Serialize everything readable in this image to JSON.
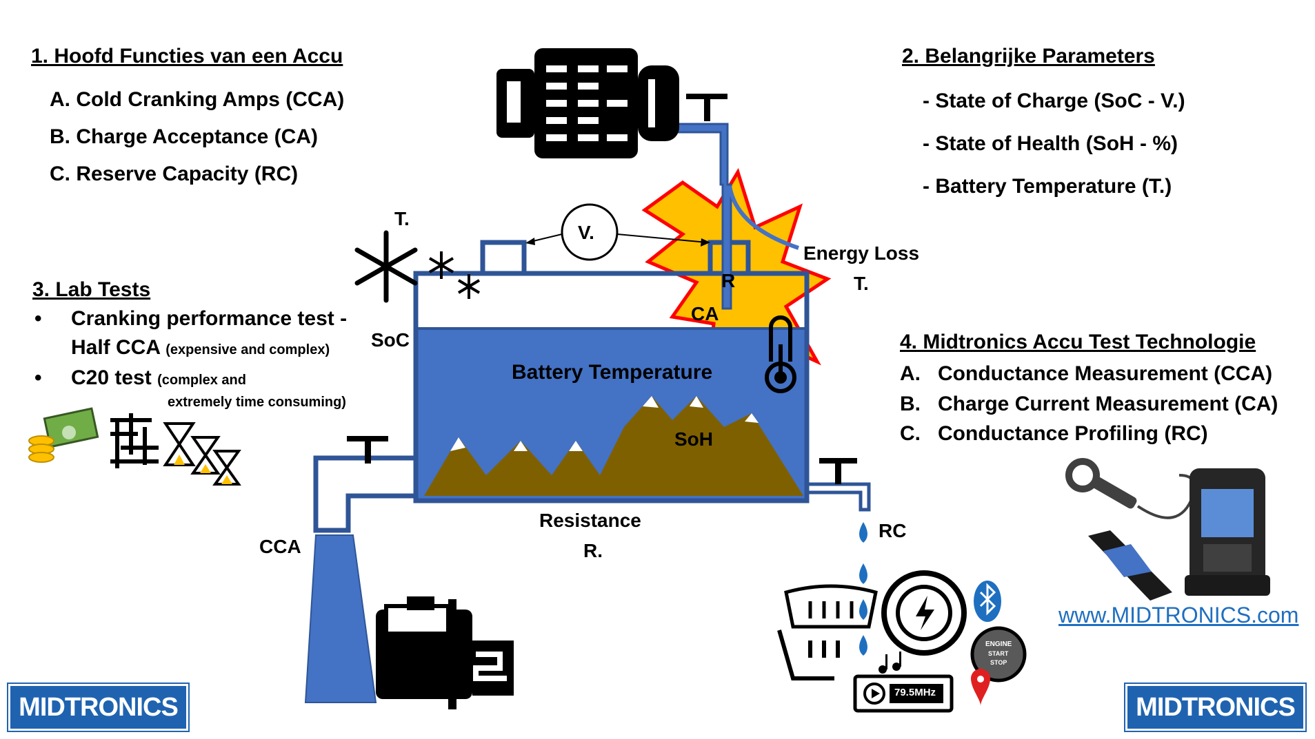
{
  "section1": {
    "title": "1. Hoofd Functies van een Accu",
    "items": [
      "A. Cold Cranking Amps (CCA)",
      "B. Charge Acceptance (CA)",
      "C. Reserve Capacity (RC)"
    ]
  },
  "section2": {
    "title": "2. Belangrijke Parameters",
    "items": [
      "- State of Charge (SoC - V.)",
      "- State of Health (SoH - %)",
      "- Battery Temperature (T.)"
    ]
  },
  "section3": {
    "title": "3. Lab Tests",
    "bullet": "•",
    "item1_main": "Cranking performance test -",
    "item1_main2": "Half CCA",
    "item1_note": "(expensive and complex)",
    "item2_main": "C20 test",
    "item2_note": "(complex and",
    "item2_note2": "extremely time consuming)"
  },
  "section4": {
    "title": "4. Midtronics Accu Test Technologie",
    "items": [
      {
        "letter": "A.",
        "text": "Conductance Measurement (CCA)"
      },
      {
        "letter": "B.",
        "text": "Charge Current Measurement (CA)"
      },
      {
        "letter": "C.",
        "text": "Conductance Profiling (RC)"
      }
    ],
    "link": "www.MIDTRONICS.com"
  },
  "diagram": {
    "t_top": "T.",
    "voltmeter": "V.",
    "energy_loss": "Energy Loss",
    "t_right": "T.",
    "r": "R",
    "ca": "CA",
    "soc": "SoC",
    "battery_temperature": "Battery Temperature",
    "soh": "SoH",
    "resistance": "Resistance",
    "resistance_r": "R.",
    "cca": "CCA",
    "rc": "RC",
    "radio_freq": "79.5MHz",
    "engine_btn": [
      "ENGINE",
      "START",
      "STOP"
    ]
  },
  "logo_text": "MIDTRONICS",
  "colors": {
    "battery_blue": "#4472c4",
    "outline_blue": "#2f5597",
    "mountain_brown": "#7f6000",
    "explosion_yellow": "#ffc000",
    "explosion_red": "#ff0000",
    "logo_blue": "#1f63b0",
    "link_blue": "#1f6fc0"
  }
}
